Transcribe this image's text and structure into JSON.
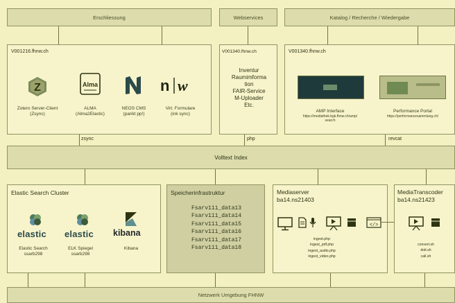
{
  "top_bars": {
    "erschliessung": "Erschliessung",
    "webservices": "Webservices",
    "katalog": "Katalog / Recherche / Wiedergabe"
  },
  "left_server": {
    "host": "V001216.fhnw.ch",
    "apps": [
      {
        "icon": "zotero-icon",
        "line1": "Zotero Server-Client",
        "line2": "(Zsync)"
      },
      {
        "icon": "alma-icon",
        "line1": "ALMA",
        "line2": "(Alma2Elastic)"
      },
      {
        "icon": "neos-icon",
        "line1": "NEOS CMS",
        "line2": "(parikt pp!)"
      },
      {
        "icon": "nw-icon",
        "line1": "Virt. Formulare",
        "line2": "(ink sync)"
      }
    ]
  },
  "mid_server": {
    "host": "V001340.fhnw.ch",
    "lines": [
      "Inventur",
      "Raumimforma",
      "tion",
      "FAIR-Service",
      "M-Uploader",
      "Etc."
    ]
  },
  "right_server": {
    "host": "V001340.fhnw.ch",
    "items": [
      {
        "line1": "AMP Interface",
        "line2": "https://mediathek.bgk.fhnw.ch/amp/",
        "line3": "search"
      },
      {
        "line1": "Performance Portal",
        "line2": "https://performancesammlung.ch/",
        "line3": ""
      }
    ]
  },
  "protocols": {
    "zsync": "zsync",
    "php": "php",
    "revcat": "revcat"
  },
  "volltext": "Volltext Index",
  "elastic_cluster": {
    "title": "Elastic Search Cluster",
    "nodes": [
      {
        "logo": "elastic",
        "line1": "Elastic Search",
        "line2": "ssarb298"
      },
      {
        "logo": "elastic",
        "line1": "ELK Spiegel",
        "line2": "ssarb298"
      },
      {
        "logo": "kibana",
        "line1": "Kibana",
        "line2": ""
      }
    ]
  },
  "storage": {
    "title": "Speicherinfrastruktur",
    "shares": [
      "Fsarv111_data13",
      "Fsarv111_data14",
      "Fsarv111_data15",
      "Fsarv111_data16",
      "Fsarv111_data17",
      "Fsarv111_data18"
    ]
  },
  "mediaserver": {
    "title": "Mediaserver",
    "host": "ba14.ns21403",
    "scripts": [
      "ingest.php",
      "ingest_pdf.php",
      "ingest_audio.php",
      "ingest_video.php"
    ]
  },
  "transcoder": {
    "title": "MediaTranscoder",
    "host": "ba14.ns21423",
    "scripts": [
      "convert.sh",
      "doit.sh",
      "call.sh"
    ]
  },
  "network": "Netzwerk Umgebung FHNW",
  "colors": {
    "background": "#f3f0c2",
    "bar": "#dcdcad",
    "border": "#8f9460",
    "storage": "#cfcfa2"
  }
}
